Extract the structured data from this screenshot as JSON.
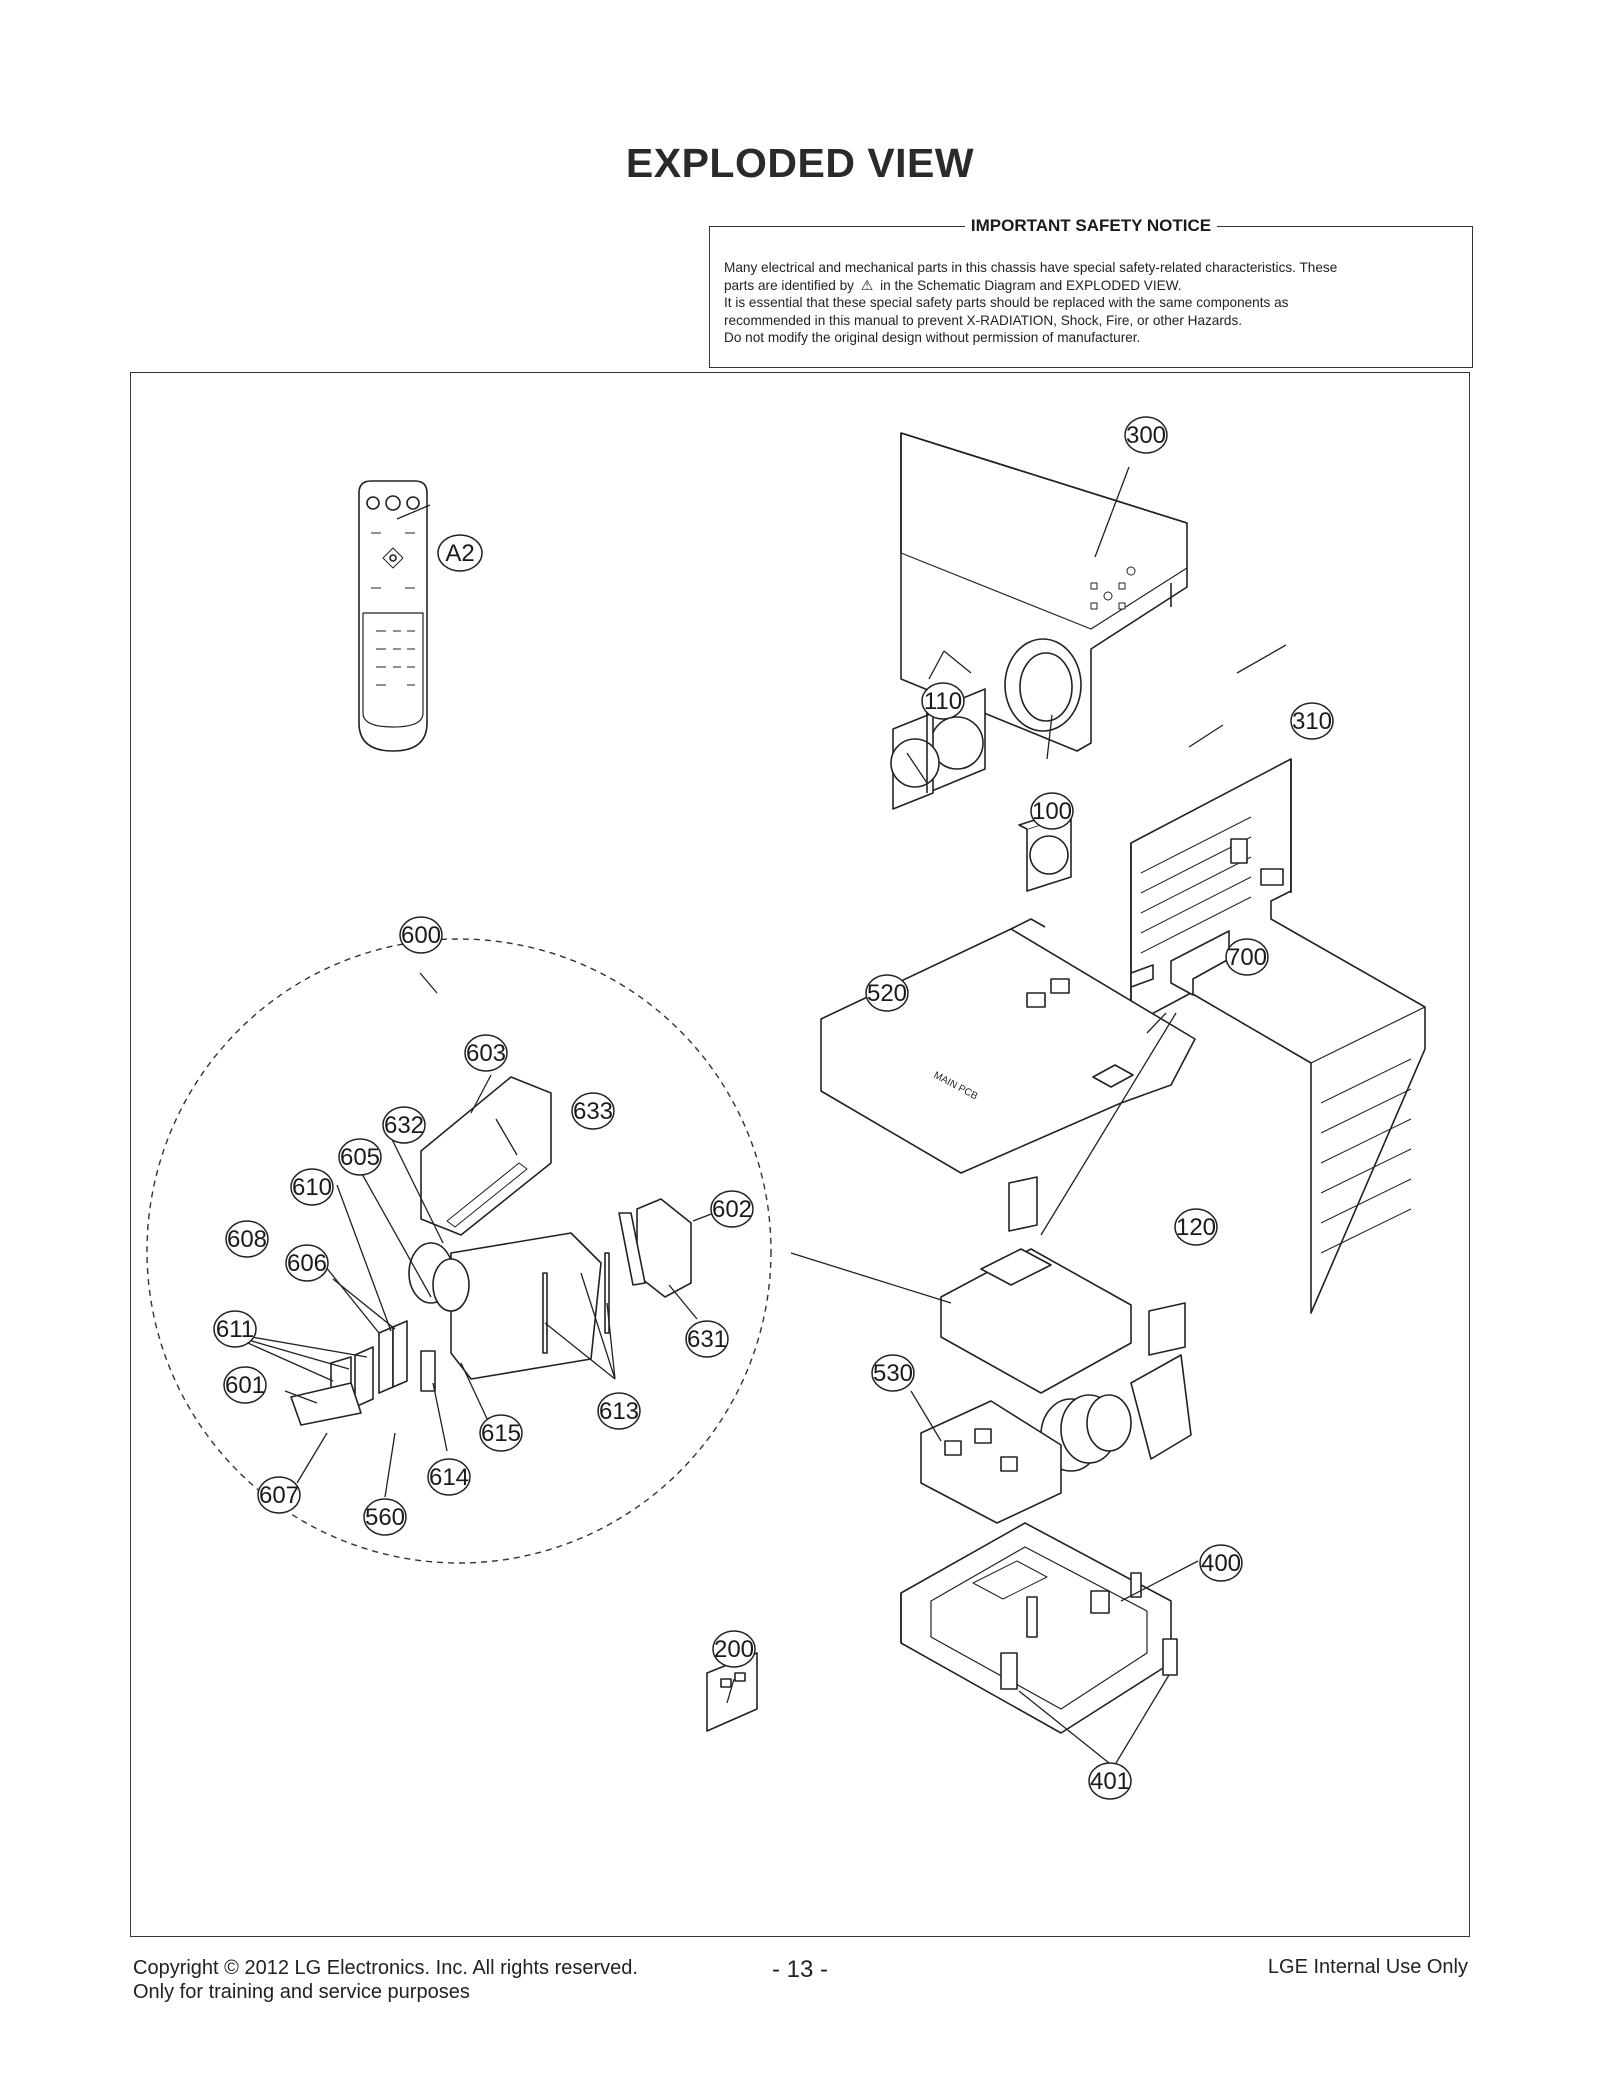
{
  "page": {
    "title": "EXPLODED VIEW"
  },
  "safety_notice": {
    "heading": "IMPORTANT SAFETY NOTICE",
    "line1": "Many electrical and mechanical parts in this chassis have special safety-related characteristics. These",
    "line2a": "parts are identified by",
    "warning_icon": "⚠",
    "line2b": "in the Schematic Diagram and EXPLODED VIEW.",
    "line3": "It is essential that these special safety parts should be replaced with the same components as",
    "line4": "recommended in this manual to prevent X-RADIATION, Shock, Fire, or other Hazards.",
    "line5": "Do not modify the original design without permission of manufacturer."
  },
  "diagram": {
    "callouts": {
      "c300": "300",
      "a2": "A2",
      "c110": "110",
      "c310": "310",
      "c100": "100",
      "c600": "600",
      "c700": "700",
      "c520": "520",
      "c603": "603",
      "c632": "632",
      "c633": "633",
      "c605": "605",
      "c610": "610",
      "c602": "602",
      "c608": "608",
      "c606": "606",
      "c120": "120",
      "c611": "611",
      "c631": "631",
      "c530": "530",
      "c601": "601",
      "c613": "613",
      "c615": "615",
      "c614": "614",
      "c607": "607",
      "c560": "560",
      "c400": "400",
      "c200": "200",
      "c401": "401"
    },
    "board_text": {
      "main_pcb": "MAIN PCB"
    }
  },
  "footer": {
    "copyright_line1": "Copyright  © 2012  LG Electronics. Inc. All rights reserved.",
    "copyright_line2": "Only for training and service purposes",
    "page_number": "- 13 -",
    "internal_use": "LGE Internal Use Only"
  }
}
